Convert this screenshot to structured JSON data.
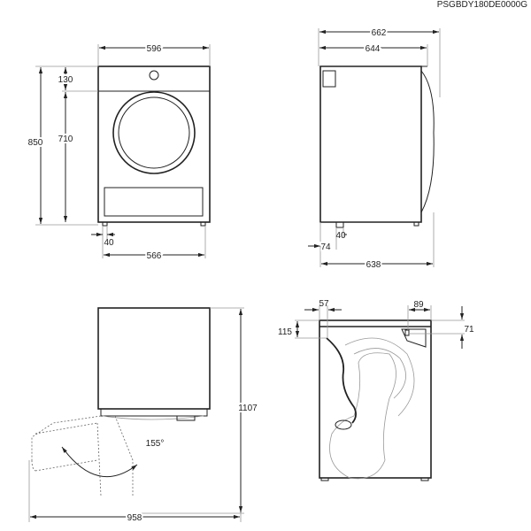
{
  "code": "PSGBDY180DE0000G",
  "front_view": {
    "width": "596",
    "height": "850",
    "top_panel": "130",
    "door_height": "710",
    "foot_offset": "40",
    "feet_span": "566"
  },
  "side_view": {
    "depth_total": "662",
    "depth_body": "644",
    "foot_offset": "74",
    "foot_width": "40",
    "depth_base": "638"
  },
  "door_open_view": {
    "height_open": "1107",
    "depth_open": "958",
    "angle": "155°"
  },
  "rear_view": {
    "hose_offset_x": "57",
    "outlet_offset_x": "89",
    "hose_offset_y": "115",
    "outlet_offset_y": "71"
  }
}
